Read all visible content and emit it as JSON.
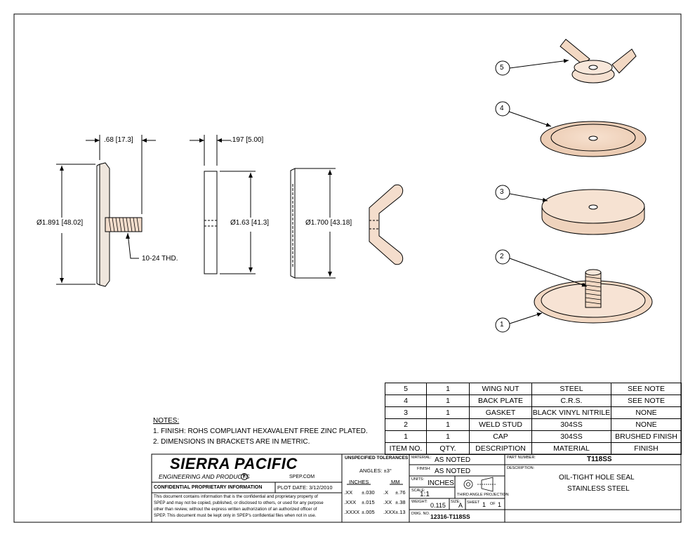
{
  "views": {
    "front_dim_length": ".68 [17.3]",
    "front_dim_dia": "Ø1.891 [48.02]",
    "front_thread": "10-24 THD.",
    "gasket_dim_thk": ".197 [5.00]",
    "gasket_dim_dia": "Ø1.63 [41.3]",
    "backplate_dim_dia": "Ø1.700 [43.18]"
  },
  "balloons": [
    "5",
    "4",
    "3",
    "2",
    "1"
  ],
  "notes": {
    "heading": "NOTES:",
    "items": [
      "1.  FINISH: ROHS COMPLIANT HEXAVALENT FREE ZINC PLATED.",
      "2.  DIMENSIONS IN BRACKETS ARE IN METRIC."
    ]
  },
  "bom": {
    "rows": [
      {
        "item": "5",
        "qty": "1",
        "desc": "WING NUT",
        "material": "STEEL",
        "finish": "SEE NOTE"
      },
      {
        "item": "4",
        "qty": "1",
        "desc": "BACK PLATE",
        "material": "C.R.S.",
        "finish": "SEE NOTE"
      },
      {
        "item": "3",
        "qty": "1",
        "desc": "GASKET",
        "material": "BLACK VINYL NITRILE",
        "finish": "NONE"
      },
      {
        "item": "2",
        "qty": "1",
        "desc": "WELD STUD",
        "material": "304SS",
        "finish": "NONE"
      },
      {
        "item": "1",
        "qty": "1",
        "desc": "CAP",
        "material": "304SS",
        "finish": "BRUSHED FINISH"
      }
    ],
    "header": {
      "item": "ITEM NO.",
      "qty": "QTY.",
      "desc": "DESCRIPTION",
      "material": "MATERIAL",
      "finish": "FINISH"
    }
  },
  "title_block": {
    "company": "SIERRA PACIFIC",
    "company_sub": "ENGINEERING AND PRODUCTS",
    "registered": "R",
    "website": "SPEP.COM",
    "confidential_title": "CONFIDENTIAL PROPRIETARY INFORMATION",
    "plot_date": "PLOT DATE:  3/12/2010",
    "confidential_text": [
      "This document contains information that is the confidential and proprietary property of",
      "SPEP and may not be copied, published, or disclosed to others, or used for any purpose",
      "other than review, without the express written authorization of an authorized officer of",
      "SPEP. This document must be kept only in SPEP's confidential files when not in use."
    ],
    "tolerances_title": "UNSPECIFIED TOLERANCES",
    "angles": "ANGLES:  ±3°",
    "inches_hdr": "INCHES",
    "mm_hdr": "MM",
    "tol_rows": [
      {
        "in_fmt": ".XX",
        "in_val": "±.030",
        "mm_fmt": ".X",
        "mm_val": "±.76"
      },
      {
        "in_fmt": ".XXX",
        "in_val": "±.015",
        "mm_fmt": ".XX",
        "mm_val": "±.38"
      },
      {
        "in_fmt": ".XXXX",
        "in_val": "±.005",
        "mm_fmt": ".XXX",
        "mm_val": "±.13"
      }
    ],
    "material_lbl": "MATERIAL:",
    "material": "AS NOTED",
    "finish_lbl": "FINISH:",
    "finish": "AS NOTED",
    "units_lbl": "UNITS:",
    "units": "INCHES",
    "scale_lbl": "SCALE:",
    "scale": "1:1",
    "projection_lbl": "THIRD ANGLE PROJECTION",
    "weight_lbl": "WEIGHT:",
    "weight": "0.115",
    "size_lbl": "SIZE:",
    "size": "A",
    "sheet_lbl": "SHEET",
    "sheet": "1",
    "of_lbl": "OF",
    "sheet_total": "1",
    "dwg_lbl": "DWG. NO.",
    "dwg_no": "12316-T118SS",
    "part_lbl": "PART NUMBER:",
    "part_no": "T118SS",
    "desc_lbl": "DESCRIPTION:",
    "desc_line1": "OIL-TIGHT HOLE SEAL",
    "desc_line2": "STAINLESS STEEL"
  }
}
